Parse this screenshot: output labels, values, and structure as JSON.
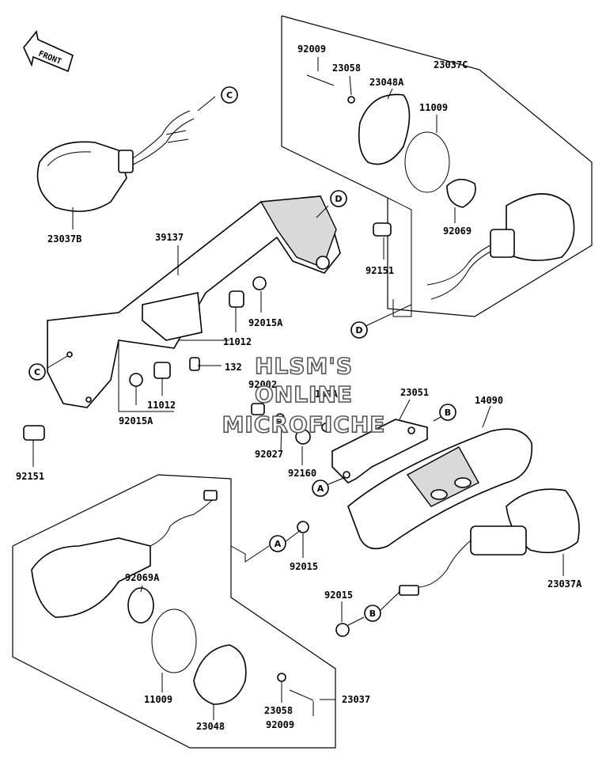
{
  "front_label": "FRONT",
  "watermark": [
    "HLSM'S",
    "ONLINE",
    "MICROFICHE"
  ],
  "callouts": {
    "a": "A",
    "b": "B",
    "c": "C",
    "d": "D"
  },
  "parts": {
    "p92009_top": "92009",
    "p23058_top": "23058",
    "p23048A": "23048A",
    "p23037C": "23037C",
    "p11009_top": "11009",
    "p92069": "92069",
    "p23037B": "23037B",
    "p39137": "39137",
    "p92151_right": "92151",
    "p11012_top": "11012",
    "p92015A_top": "92015A",
    "p132": "132",
    "p92002": "92002",
    "p11012_bot": "11012",
    "p92015A_bot": "92015A",
    "p92151_left": "92151",
    "p23051": "23051",
    "p14090": "14090",
    "p132A": "132A",
    "p92027": "92027",
    "p92160": "92160",
    "p92015_mid": "92015",
    "p92069A": "92069A",
    "p92015_bot": "92015",
    "p23037A": "23037A",
    "p11009_bot": "11009",
    "p23048": "23048",
    "p23058_bot": "23058",
    "p92009_bot": "92009",
    "p23037": "23037"
  }
}
